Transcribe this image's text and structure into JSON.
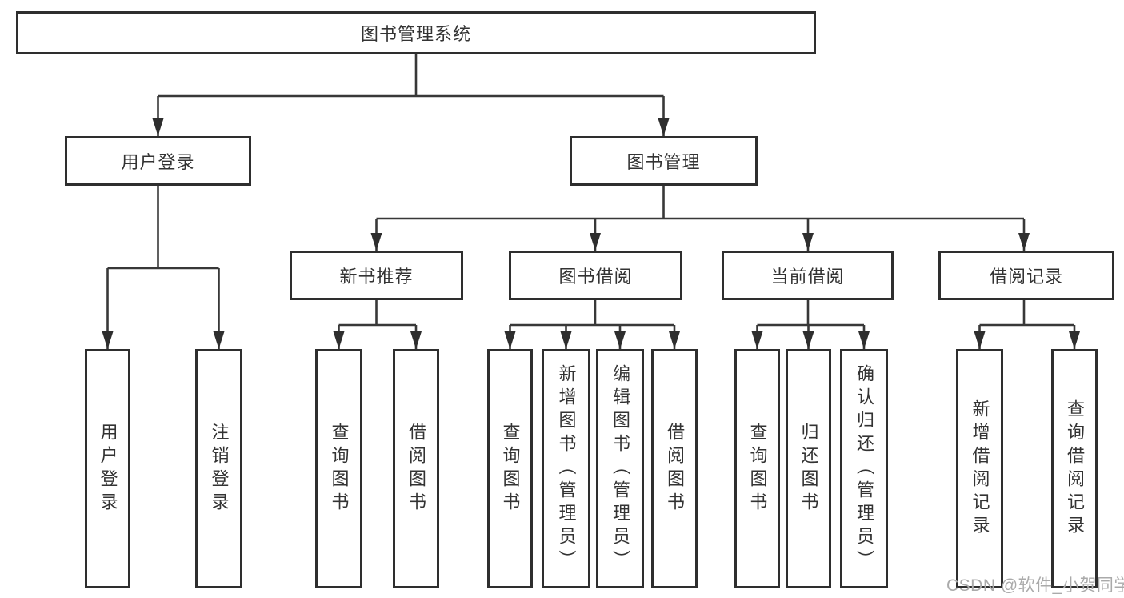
{
  "diagram": {
    "tree": {
      "label": "图书管理系统",
      "children": [
        {
          "label": "用户登录",
          "children": [
            {
              "label": "用户登录"
            },
            {
              "label": "注销登录"
            }
          ]
        },
        {
          "label": "图书管理",
          "children": [
            {
              "label": "新书推荐",
              "children": [
                {
                  "label": "查询图书"
                },
                {
                  "label": "借阅图书"
                }
              ]
            },
            {
              "label": "图书借阅",
              "children": [
                {
                  "label": "查询图书"
                },
                {
                  "label": "新增图书（管理员）"
                },
                {
                  "label": "编辑图书（管理员）"
                },
                {
                  "label": "借阅图书"
                }
              ]
            },
            {
              "label": "当前借阅",
              "children": [
                {
                  "label": "查询图书"
                },
                {
                  "label": "归还图书"
                },
                {
                  "label": "确认归还（管理员）"
                }
              ]
            },
            {
              "label": "借阅记录",
              "children": [
                {
                  "label": "新增借阅记录"
                },
                {
                  "label": "查询借阅记录"
                }
              ]
            }
          ]
        }
      ]
    },
    "colors": {
      "box_border": "#2e2e2e",
      "connector_line": "#383838",
      "text": "#333333",
      "watermark_text": "#aaaaaa",
      "background": "#ffffff"
    }
  },
  "watermark": "CSDN @软件_小贺同学"
}
